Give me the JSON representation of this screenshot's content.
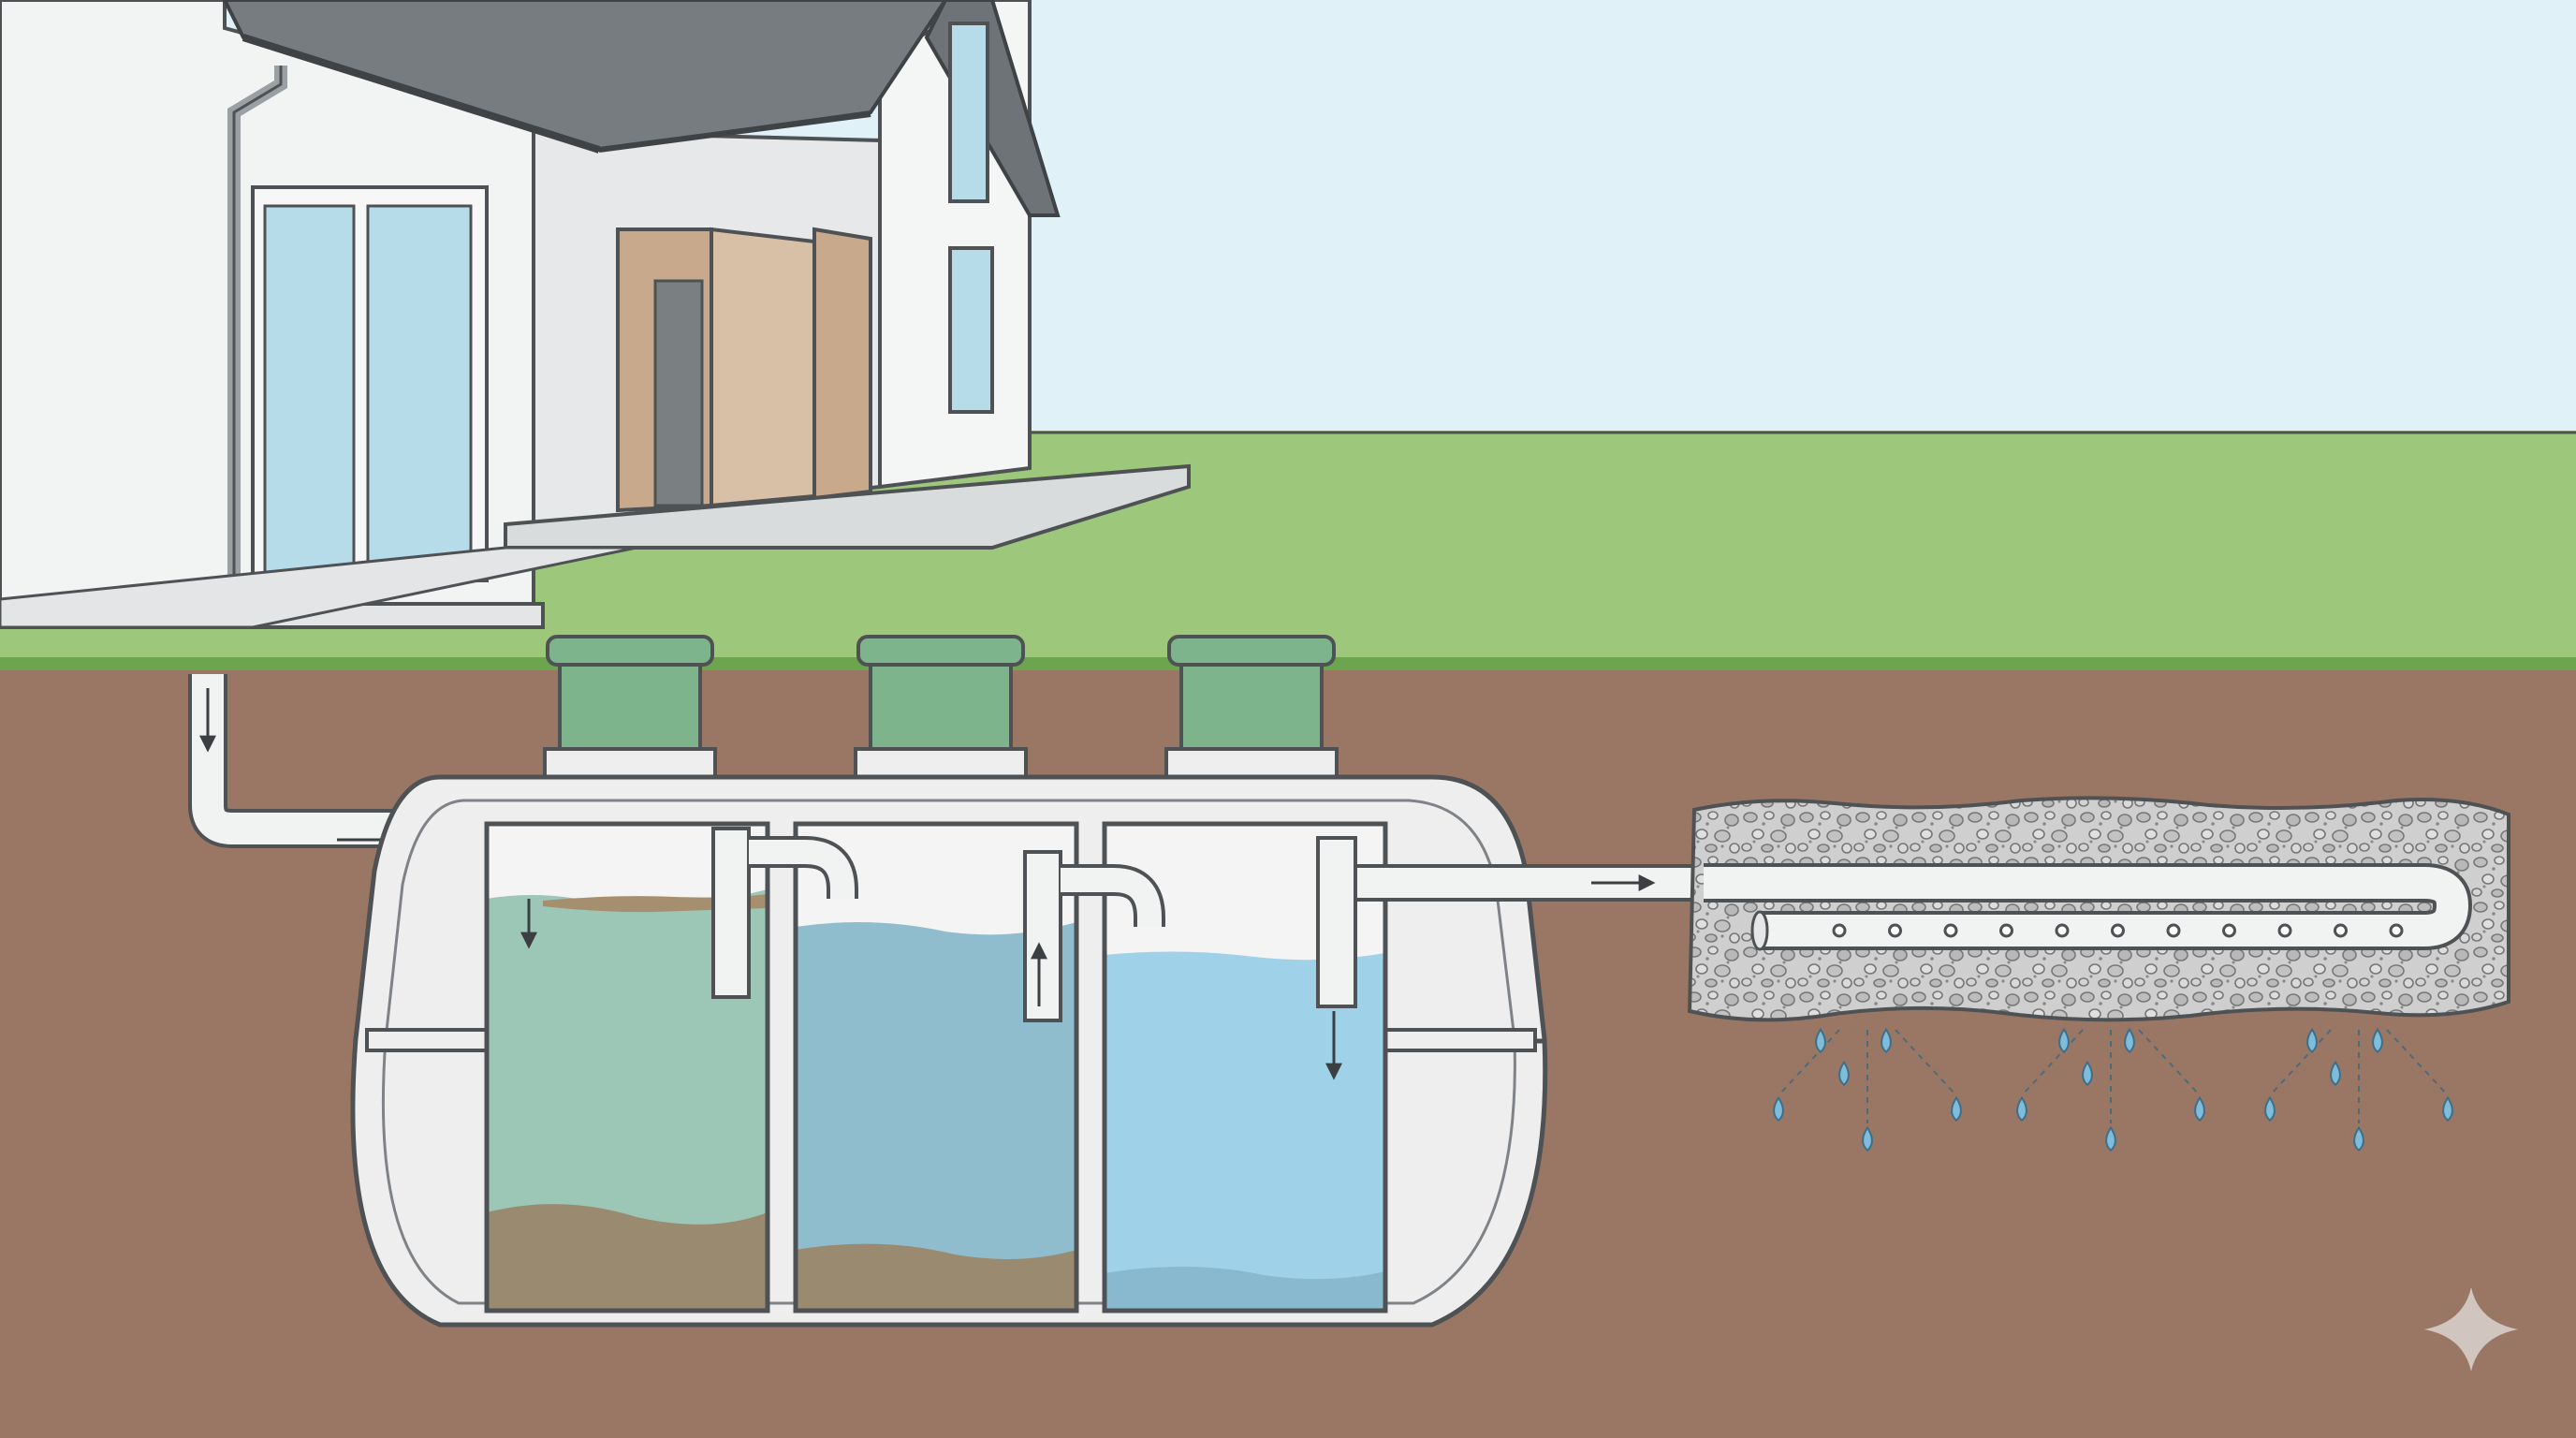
{
  "diagram": {
    "colors": {
      "sky": "#e0f1f7",
      "grass": "#9dc77a",
      "grass_edge": "#6da54f",
      "soil": "#9a7764",
      "tank_shell": "#eeeeee",
      "tank_outline": "#666a6e",
      "lid": "#7eb48b",
      "chamber1_water": "#9cc6b5",
      "chamber2_water": "#8fbdcd",
      "chamber3_water": "#9fd1e8",
      "sludge": "#9a8a6f",
      "gravel": "#c8c8c8",
      "droplet": "#7fbcd9",
      "house_wall": "#f2f3f3",
      "roof": "#767c80",
      "door_wood": "#c9a98c"
    },
    "icons": {
      "flow_arrow": "arrow-icon",
      "droplet": "water-droplet-icon",
      "corner_mark": "sparkle-icon"
    },
    "chambers": [
      {
        "id": "chamber-1"
      },
      {
        "id": "chamber-2"
      },
      {
        "id": "chamber-3"
      }
    ],
    "drain_pipe_holes": 11,
    "droplet_groups": 3
  }
}
